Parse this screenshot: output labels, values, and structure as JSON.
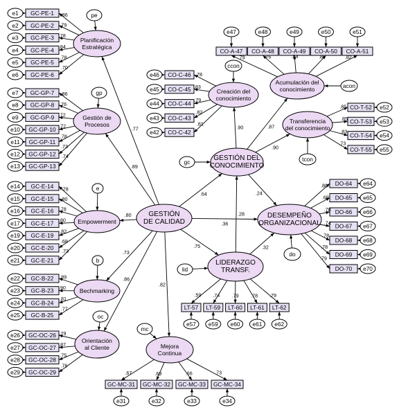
{
  "latents": {
    "gc_main": {
      "lines": [
        "GESTIÓN",
        "DE CALIDAD"
      ]
    },
    "gcon": {
      "lines": [
        "GESTIÓN DEL",
        "CONOCIMIENTO"
      ]
    },
    "dorg": {
      "lines": [
        "DESEMPEÑO",
        "ORGANIZACIONAL"
      ]
    },
    "lid": {
      "lines": [
        "LIDERAZGO",
        "TRANSF."
      ]
    },
    "pe": {
      "lines": [
        "Planificación",
        "Estratégica"
      ]
    },
    "gp": {
      "lines": [
        "Gestión de",
        "Procesos"
      ]
    },
    "e": {
      "lines": [
        "Empowerment"
      ]
    },
    "b": {
      "lines": [
        "Bechmarking"
      ]
    },
    "oc": {
      "lines": [
        "Orientación",
        "al Cliente"
      ]
    },
    "mc": {
      "lines": [
        "Mejora",
        "Continua"
      ]
    },
    "cc": {
      "lines": [
        "Creación del",
        "conocimiento"
      ]
    },
    "ac": {
      "lines": [
        "Acumulación del",
        "conocimiento"
      ]
    },
    "tc": {
      "lines": [
        "Transferencia",
        "del conocimiento"
      ]
    }
  },
  "disturbances": {
    "pe": "pe",
    "gp": "gp",
    "e": "e",
    "b": "b",
    "oc": "oc",
    "mc": "mc",
    "gc": "gc",
    "lid": "lid",
    "do": "do",
    "ccon": "ccon",
    "acon": "acon",
    "tcon": "tcon"
  },
  "groups": [
    {
      "latent": "pe",
      "items": [
        {
          "label": "GC-PE-1",
          "error": "e1",
          "loading": ".86"
        },
        {
          "label": "GC-PE-2",
          "error": "e2",
          "loading": ".79"
        },
        {
          "label": "GC-PE-3",
          "error": "e3",
          "loading": ".78"
        },
        {
          "label": "GC-PE-4",
          "error": "e4",
          "loading": ".84"
        },
        {
          "label": "GC-PE-5",
          "error": "e5",
          "loading": ".78"
        },
        {
          "label": "GC-PE-6",
          "error": "e6",
          "loading": ".70"
        }
      ]
    },
    {
      "latent": "gp",
      "items": [
        {
          "label": "GC-GP-7",
          "error": "e7",
          "loading": ".86"
        },
        {
          "label": "GC-GP-8",
          "error": "e8",
          "loading": ".76"
        },
        {
          "label": "GC-GP-9",
          "error": "e9",
          "loading": ".72"
        },
        {
          "label": "GC-GP-10",
          "error": "e10",
          "loading": ".72"
        },
        {
          "label": "GC-GP-11",
          "error": "e11",
          "loading": ".78"
        },
        {
          "label": "GC-GP-12",
          "error": "e12",
          "loading": ".73"
        },
        {
          "label": "GC-GP-13",
          "error": "e13",
          "loading": ".74"
        }
      ]
    },
    {
      "latent": "e",
      "items": [
        {
          "label": "GC-E-14",
          "error": "e14",
          "loading": ".78"
        },
        {
          "label": "GC-E-15",
          "error": "e15",
          "loading": ".80"
        },
        {
          "label": "GC-E-16",
          "error": "e16",
          "loading": ".78"
        },
        {
          "label": "GC-E-17",
          "error": "e17",
          "loading": ".80"
        },
        {
          "label": "GC-E-19",
          "error": "e19",
          "loading": ".82"
        },
        {
          "label": "GC-E-20",
          "error": "e20",
          "loading": ".68"
        },
        {
          "label": "GC-E-21",
          "error": "e21",
          "loading": ".73"
        }
      ]
    },
    {
      "latent": "b",
      "items": [
        {
          "label": "GC-B-22",
          "error": "e22",
          "loading": ".89"
        },
        {
          "label": "GC-B-23",
          "error": "e23",
          "loading": ".90"
        },
        {
          "label": "GC-B-24",
          "error": "e24",
          "loading": ".81"
        },
        {
          "label": "GC-B-25",
          "error": "e25",
          "loading": ".77"
        }
      ]
    },
    {
      "latent": "oc",
      "items": [
        {
          "label": "GC-OC-26",
          "error": "e26",
          "loading": ".79"
        },
        {
          "label": "GC-OC-27",
          "error": "e27",
          "loading": ".87"
        },
        {
          "label": "GC-OC-28",
          "error": "e28",
          "loading": ".75"
        },
        {
          "label": "GC-OC-29",
          "error": "e29",
          "loading": ".76"
        }
      ]
    },
    {
      "latent": "mc",
      "items": [
        {
          "label": "GC-MC-31",
          "error": "e31",
          "loading": ".67"
        },
        {
          "label": "GC-MC-32",
          "error": "e32",
          "loading": ".69"
        },
        {
          "label": "GC-MC-33",
          "error": "e33",
          "loading": ".66"
        },
        {
          "label": "GC-MC-34",
          "error": "e34",
          "loading": ".73"
        }
      ]
    },
    {
      "latent": "cc",
      "items": [
        {
          "label": "CO-C-46",
          "error": "e46",
          "loading": ".78"
        },
        {
          "label": "CO-C-45",
          "error": "e45",
          "loading": ".83"
        },
        {
          "label": "CO-C-44",
          "error": "e44",
          "loading": ".79"
        },
        {
          "label": "CO-C-43",
          "error": "e43",
          "loading": ".82"
        },
        {
          "label": "CO-C-42",
          "error": "e42",
          "loading": ".81"
        }
      ]
    },
    {
      "latent": "ac",
      "items": [
        {
          "label": "CO-A-47",
          "error": "e47",
          "loading": ".79"
        },
        {
          "label": "CO-A-48",
          "error": "e48",
          "loading": ".76"
        },
        {
          "label": "CO-A-49",
          "error": "e49",
          "loading": ".84"
        },
        {
          "label": "CO-A-50",
          "error": "e50",
          "loading": ".85"
        },
        {
          "label": "CO-A-51",
          "error": "e51",
          "loading": ".82"
        }
      ]
    },
    {
      "latent": "tc",
      "items": [
        {
          "label": "CO-T-52",
          "error": "e52",
          "loading": ".85"
        },
        {
          "label": "CO-T-53",
          "error": "e53",
          "loading": ".85"
        },
        {
          "label": "CO-T-54",
          "error": "e54",
          "loading": ".83"
        },
        {
          "label": "CO-T-55",
          "error": "e55",
          "loading": ".73"
        }
      ]
    },
    {
      "latent": "dorg",
      "items": [
        {
          "label": "DO-64",
          "error": "e64",
          "loading": ".80"
        },
        {
          "label": "DO-65",
          "error": "e65",
          "loading": ".68"
        },
        {
          "label": "DO-66",
          "error": "e66",
          "loading": ".78"
        },
        {
          "label": "DO-67",
          "error": "e67",
          "loading": ".74"
        },
        {
          "label": "DO-68",
          "error": "e68",
          "loading": ".78"
        },
        {
          "label": "DO-69",
          "error": "e69",
          "loading": ".78"
        },
        {
          "label": "DO-70",
          "error": "e70",
          "loading": ".79"
        }
      ]
    },
    {
      "latent": "lid",
      "items": [
        {
          "label": "LT-57",
          "error": "e57",
          "loading": ".59"
        },
        {
          "label": "LT-59",
          "error": "e59",
          "loading": ".74"
        },
        {
          "label": "LT-60",
          "error": "e60",
          "loading": ".79"
        },
        {
          "label": "LT-61",
          "error": "e61",
          "loading": ".78"
        },
        {
          "label": "LT-62",
          "error": "e62",
          "loading": ".79"
        }
      ]
    }
  ],
  "paths": [
    {
      "from": "gc_main",
      "to": "pe",
      "coef": ".77"
    },
    {
      "from": "gc_main",
      "to": "gp",
      "coef": ".89"
    },
    {
      "from": "gc_main",
      "to": "e",
      "coef": ".80"
    },
    {
      "from": "gc_main",
      "to": "b",
      "coef": ".73"
    },
    {
      "from": "gc_main",
      "to": "oc",
      "coef": ".86"
    },
    {
      "from": "gc_main",
      "to": "mc",
      "coef": ".82"
    },
    {
      "from": "gc_main",
      "to": "gcon",
      "coef": ".64"
    },
    {
      "from": "gc_main",
      "to": "dorg",
      "coef": ".36"
    },
    {
      "from": "gc_main",
      "to": "lid",
      "coef": ".75"
    },
    {
      "from": "lid",
      "to": "gcon",
      "coef": ".28"
    },
    {
      "from": "lid",
      "to": "dorg",
      "coef": ".32"
    },
    {
      "from": "gcon",
      "to": "dorg",
      "coef": ".24"
    },
    {
      "from": "gcon",
      "to": "cc",
      "coef": ".90"
    },
    {
      "from": "gcon",
      "to": "ac",
      "coef": ".87"
    },
    {
      "from": "gcon",
      "to": "tc",
      "coef": ".90"
    }
  ]
}
